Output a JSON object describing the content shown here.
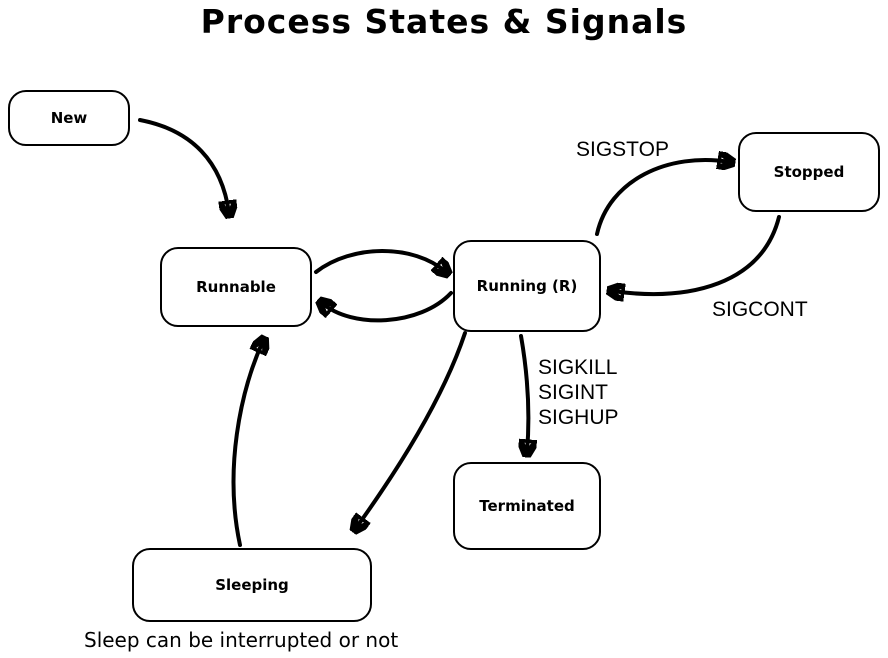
{
  "title": "Process States & Signals",
  "nodes": {
    "new": {
      "label": "New"
    },
    "runnable": {
      "label": "Runnable"
    },
    "running": {
      "label": "Running (R)"
    },
    "stopped": {
      "label": "Stopped"
    },
    "terminated": {
      "label": "Terminated"
    },
    "sleeping": {
      "label": "Sleeping"
    }
  },
  "signals": {
    "sigstop": "SIGSTOP",
    "sigcont": "SIGCONT",
    "sigkill": "SIGKILL",
    "sigint": "SIGINT",
    "sighup": "SIGHUP"
  },
  "caption": "Sleep can be interrupted or not",
  "colors": {
    "stroke": "#000000",
    "background": "#ffffff"
  }
}
